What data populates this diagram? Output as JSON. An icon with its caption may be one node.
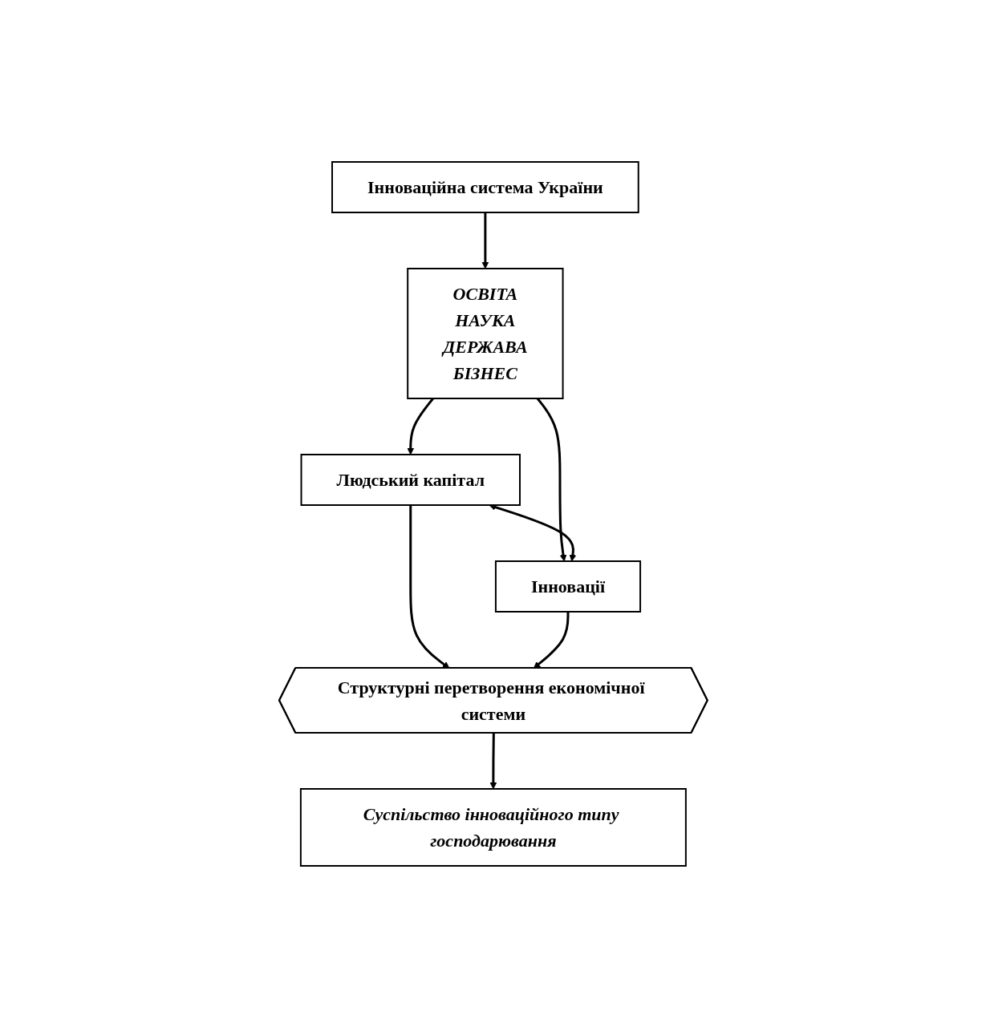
{
  "diagram": {
    "nodes": [
      {
        "text": [
          "Інноваційна система України"
        ]
      },
      {
        "text": [
          "ОСВІТА",
          "НАУКА",
          "ДЕРЖАВА",
          "БІЗНЕС"
        ]
      },
      {
        "text": [
          "Людський капітал"
        ]
      },
      {
        "text": [
          "Інновації"
        ]
      },
      {
        "text": [
          "Структурні перетворення економічної системи"
        ]
      },
      {
        "text": [
          "Суспільство інноваційного типу господарювання"
        ]
      }
    ],
    "edges": [
      {
        "from": 0,
        "to": 1,
        "arrow": "to"
      },
      {
        "from": 1,
        "to": 2,
        "arrow": "to"
      },
      {
        "from": 1,
        "to": 3,
        "arrow": "to"
      },
      {
        "from": 2,
        "to": 3,
        "arrow": "both"
      },
      {
        "from": 2,
        "to": 4,
        "arrow": "to"
      },
      {
        "from": 3,
        "to": 4,
        "arrow": "to"
      },
      {
        "from": 4,
        "to": 5,
        "arrow": "to"
      }
    ]
  }
}
